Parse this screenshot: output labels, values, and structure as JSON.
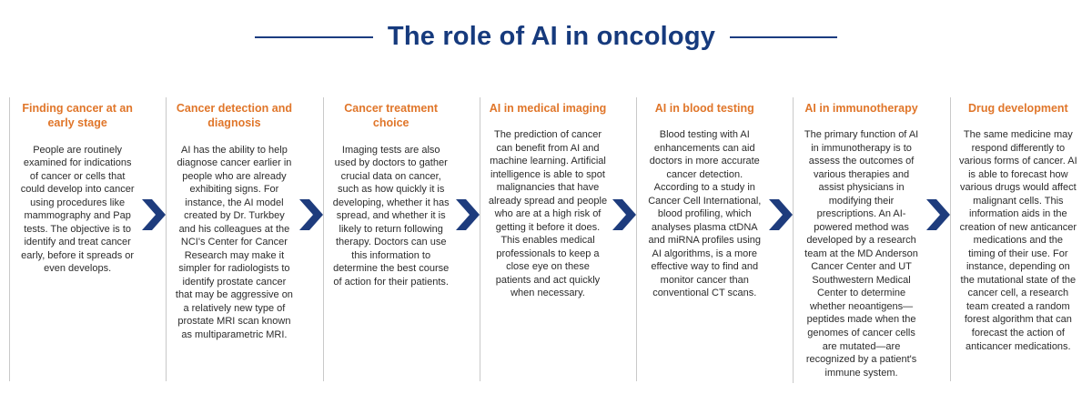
{
  "title": "The role of AI in oncology",
  "colors": {
    "title_navy": "#163a7d",
    "line_navy": "#1b3c80",
    "arrow_navy": "#1e3c7d",
    "heading_orange": "#e0762a",
    "body_text": "#2b2b2b",
    "divider_gray": "#c9c9c9"
  },
  "icons": {
    "separator": "arrow-right-chevron"
  },
  "cards": [
    {
      "heading": "Finding cancer at an early stage",
      "body": "People are routinely examined for indications of cancer or cells that could develop into cancer using procedures like mammography and Pap tests. The objective is to identify and treat cancer early, before it spreads or even develops."
    },
    {
      "heading": "Cancer detection and diagnosis",
      "body": "AI has the ability to help diagnose cancer earlier in people who are already exhibiting signs. For instance, the AI model created by Dr. Turkbey and his colleagues at the NCI's Center for Cancer Research may make it simpler for radiologists to identify prostate cancer that may be aggressive on a relatively new type of prostate MRI scan known as multiparametric MRI."
    },
    {
      "heading": "Cancer treatment choice",
      "body": "Imaging tests are also used by doctors to gather crucial data on cancer, such as how quickly it is developing, whether it has spread, and whether it is likely to return following therapy. Doctors can use this information to determine the best course of action for their patients."
    },
    {
      "heading": "AI in medical imaging",
      "body": "The prediction of cancer can benefit from AI and machine learning. Artificial intelligence is able to spot malignancies that have already spread and people who are at a high risk of getting it before it does. This enables medical professionals to keep a close eye on these patients and act quickly when necessary."
    },
    {
      "heading": "AI in blood testing",
      "body": "Blood testing with AI enhancements can aid doctors in more accurate cancer detection. According to a study in Cancer Cell International, blood profiling, which analyses plasma ctDNA and miRNA profiles using AI algorithms, is a more effective way to find and monitor cancer than conventional CT scans."
    },
    {
      "heading": "AI in immunotherapy",
      "body": "The primary function of AI in immunotherapy is to assess the outcomes of various therapies and assist physicians in modifying their prescriptions. An AI-powered method was developed by a research team at the MD Anderson Cancer Center and UT Southwestern Medical Center to determine whether neoantigens—peptides made when the genomes of cancer cells are mutated—are recognized by a patient's immune system."
    },
    {
      "heading": "Drug development",
      "body": "The same medicine may respond differently to various forms of cancer. AI is able to forecast how various drugs would affect malignant cells. This information aids in the creation of new anticancer medications and the timing of their use. For instance, depending on the mutational state of the cancer cell, a research team created a random forest algorithm that can forecast the action of anticancer medications."
    }
  ]
}
